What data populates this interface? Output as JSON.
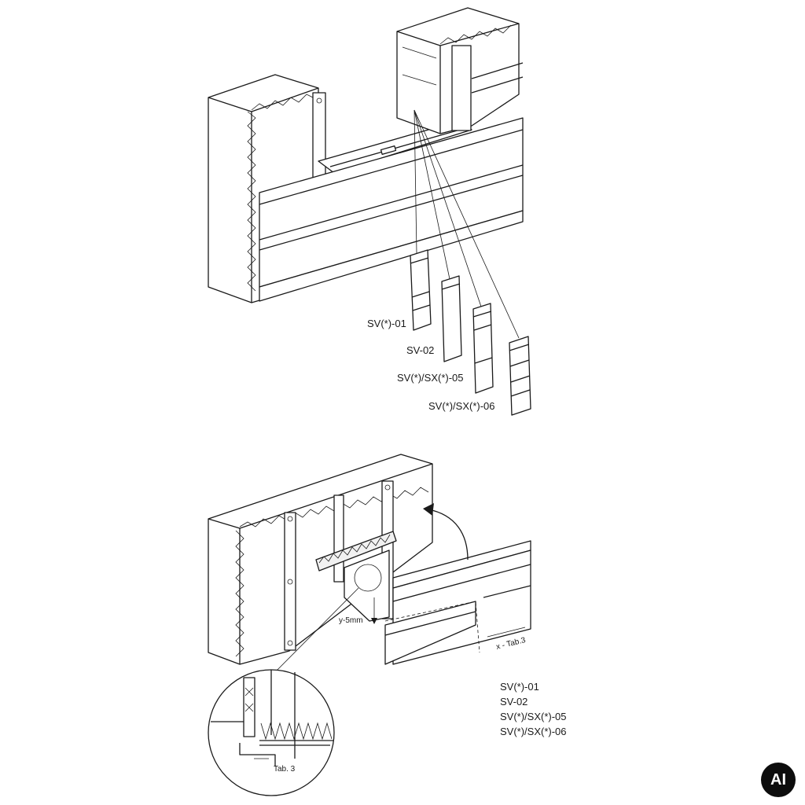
{
  "figure_top": {
    "labels": [
      "SV(*)-01",
      "SV-02",
      "SV(*)/SX(*)-05",
      "SV(*)/SX(*)-06"
    ]
  },
  "figure_bottom": {
    "labels": [
      "SV(*)-01",
      "SV-02",
      "SV(*)/SX(*)-05",
      "SV(*)/SX(*)-06"
    ],
    "dim_y": "y-5mm",
    "dim_x": "x - Tab.3",
    "detail_dim": "Tab. 3"
  },
  "badge": "AI"
}
